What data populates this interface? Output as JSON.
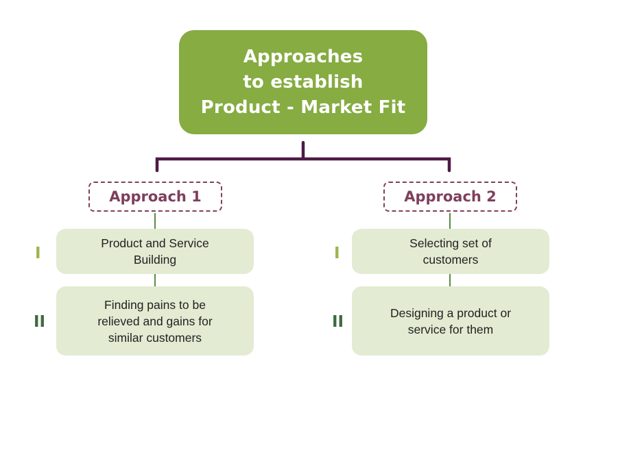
{
  "title": {
    "lines": [
      "Approaches",
      "to establish",
      "Product - Market Fit"
    ]
  },
  "approaches": [
    {
      "label": "Approach 1",
      "steps": [
        {
          "numeral": "I",
          "lines": [
            "Product and Service",
            "Building"
          ]
        },
        {
          "numeral": "II",
          "lines": [
            "Finding pains to be",
            "relieved and gains for",
            "similar  customers"
          ]
        }
      ]
    },
    {
      "label": "Approach 2",
      "steps": [
        {
          "numeral": "I",
          "lines": [
            "Selecting set of",
            "customers"
          ]
        },
        {
          "numeral": "II",
          "lines": [
            "Designing a product or",
            "service for them"
          ]
        }
      ]
    }
  ],
  "colors": {
    "root_fill": "#86ac42",
    "connector_main": "#4e1a44",
    "approach_border": "#7e3f5c",
    "step_fill": "#e3ebd2",
    "step_connector": "#5a8a46",
    "numeral_one": "#9cb64a",
    "numeral_two": "#3e6b3e"
  }
}
